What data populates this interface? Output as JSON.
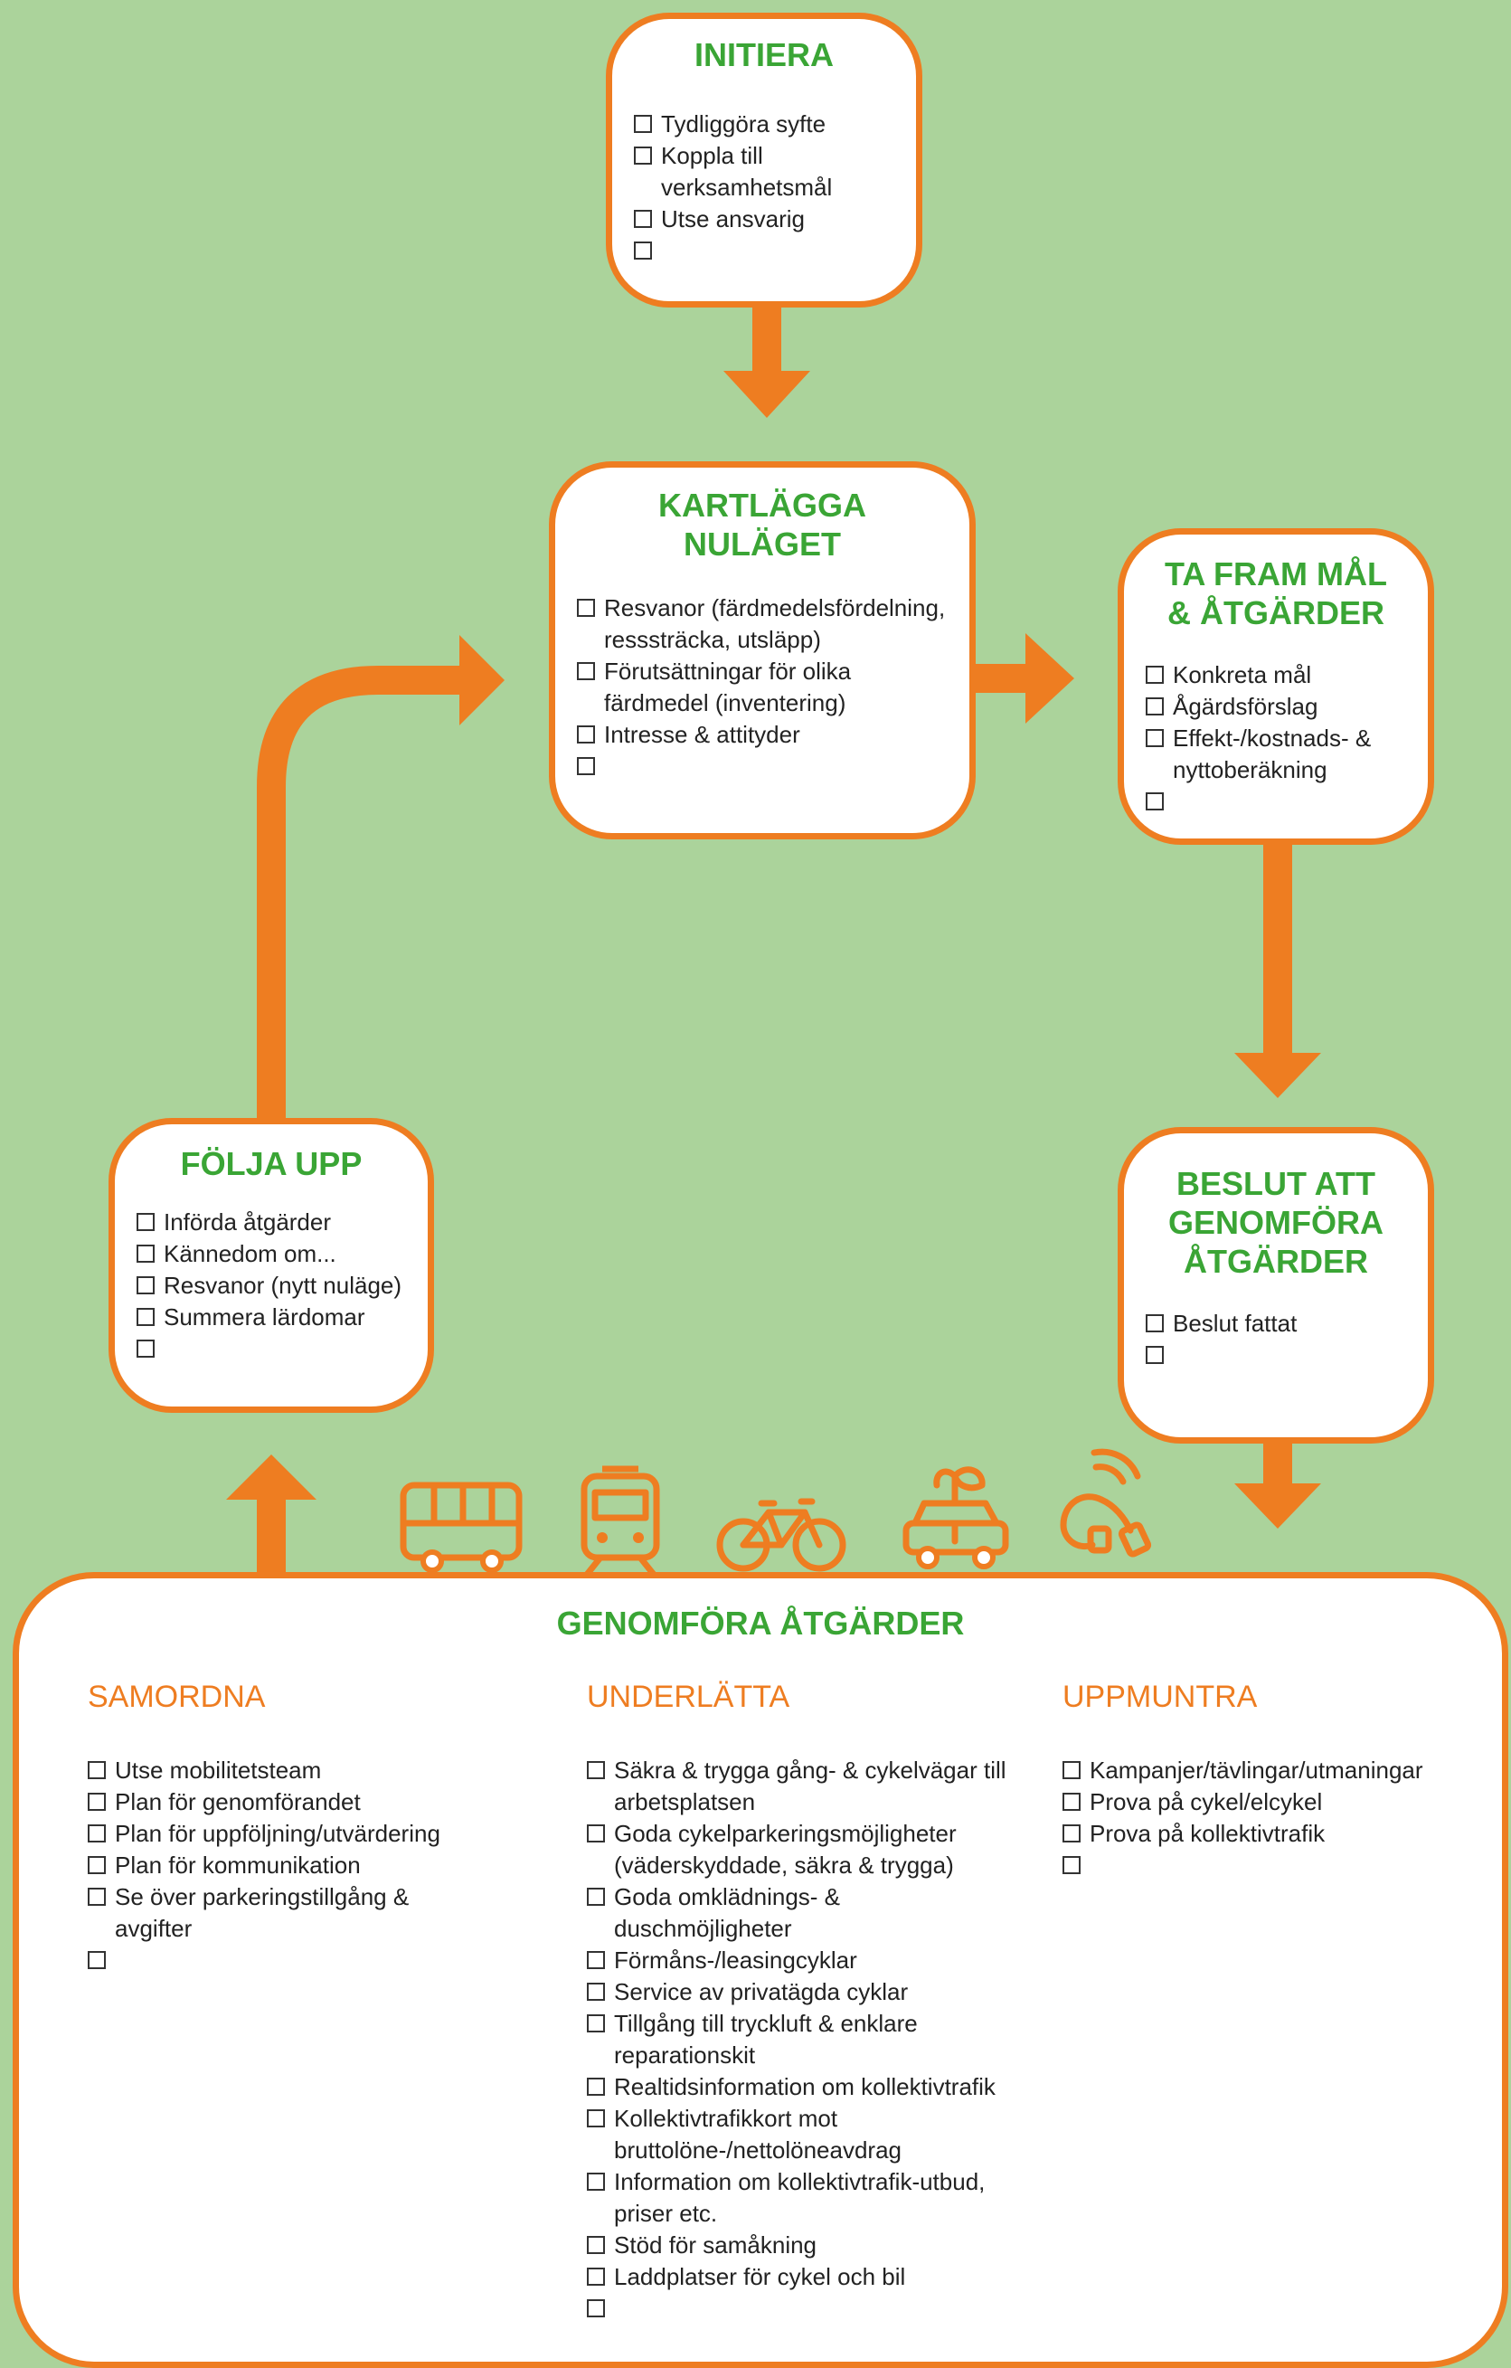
{
  "colors": {
    "background": "#abd39b",
    "orange": "#ee7d21",
    "green_title": "#3aa535"
  },
  "initiera": {
    "title": "INITIERA",
    "items": [
      "Tydliggöra syfte",
      "Koppla till verksamhetsmål",
      "Utse ansvarig",
      ""
    ]
  },
  "kartlagga": {
    "title_line1": "KARTLÄGGA",
    "title_line2": "NULÄGET",
    "items": [
      "Resvanor (färdmedelsfördelning, resssträcka, utsläpp)",
      "Förutsättningar för olika färdmedel (inventering)",
      "Intresse & attityder",
      ""
    ]
  },
  "tafram": {
    "title_line1": "TA FRAM MÅL",
    "title_line2": "& ÅTGÄRDER",
    "items": [
      "Konkreta mål",
      "Ågärdsförslag",
      "Effekt-/kostnads- & nyttoberäkning",
      ""
    ]
  },
  "folja": {
    "title": "FÖLJA UPP",
    "items": [
      "Införda åtgärder",
      "Kännedom om...",
      "Resvanor (nytt nuläge)",
      "Summera lärdomar",
      ""
    ]
  },
  "beslut": {
    "title_line1": "BESLUT ATT",
    "title_line2": "GENOMFÖRA",
    "title_line3": "ÅTGÄRDER",
    "items": [
      "Beslut fattat",
      ""
    ]
  },
  "genomfora": {
    "title": "GENOMFÖRA ÅTGÄRDER",
    "samordna": {
      "heading": "SAMORDNA",
      "items": [
        "Utse mobilitetsteam",
        "Plan för genomförandet",
        "Plan för uppföljning/utvärdering",
        "Plan för kommunikation",
        "Se över parkeringstillgång & avgifter",
        ""
      ]
    },
    "underlatta": {
      "heading": "UNDERLÄTTA",
      "items": [
        "Säkra & trygga gång- & cykelvägar till arbetsplatsen",
        "Goda cykelparkeringsmöjligheter (väderskyddade, säkra & trygga)",
        "Goda omklädnings- & duschmöjligheter",
        "Förmåns-/leasingcyklar",
        "Service av privatägda cyklar",
        "Tillgång till tryckluft & enklare reparationskit",
        "Realtidsinformation om kollektivtrafik",
        "Kollektivtrafikkort mot bruttolöne-/nettolöneavdrag",
        "Information om kollektivtrafik-utbud, priser etc.",
        "Stöd för samåkning",
        "Laddplatser för cykel och bil",
        ""
      ]
    },
    "uppmuntra": {
      "heading": "UPPMUNTRA",
      "items": [
        "Kampanjer/tävlingar/utmaningar",
        "Prova på cykel/elcykel",
        "Prova på kollektivtrafik",
        ""
      ]
    }
  },
  "icons": [
    "bus-icon",
    "train-icon",
    "bicycle-icon",
    "electric-car-icon",
    "headset-icon"
  ]
}
